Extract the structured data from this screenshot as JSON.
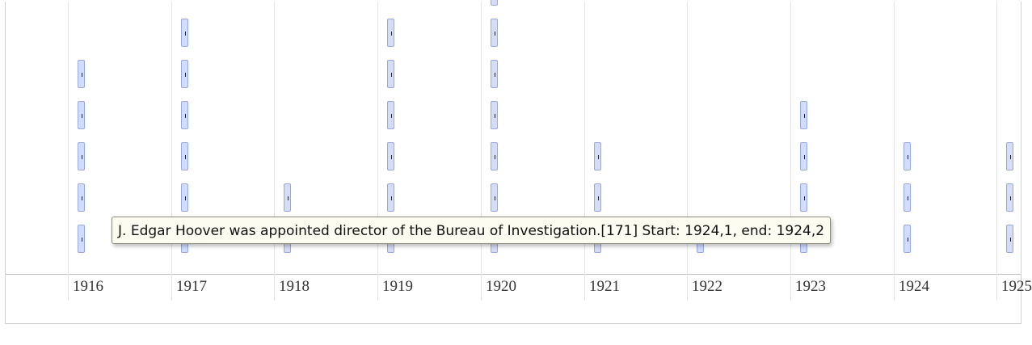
{
  "timeline": {
    "years": [
      "1916",
      "1917",
      "1918",
      "1919",
      "1920",
      "1921",
      "1922",
      "1923",
      "1924",
      "1925"
    ],
    "events": [
      {
        "year": "1916",
        "count": 5
      },
      {
        "year": "1917",
        "count": 6
      },
      {
        "year": "1918",
        "count": 2
      },
      {
        "year": "1919",
        "count": 6
      },
      {
        "year": "1920",
        "count": 7
      },
      {
        "year": "1921",
        "count": 3
      },
      {
        "year": "1922",
        "count": 1
      },
      {
        "year": "1923",
        "count": 4
      },
      {
        "year": "1924",
        "count": 3
      },
      {
        "year": "1925",
        "count": 3
      }
    ],
    "event_color": "#d3dcf8",
    "event_border_color": "#97a9e0"
  },
  "tooltip": {
    "text": "J. Edgar Hoover was appointed director of the Bureau of Investigation.[171] Start: 1924,1, end: 1924,2"
  }
}
